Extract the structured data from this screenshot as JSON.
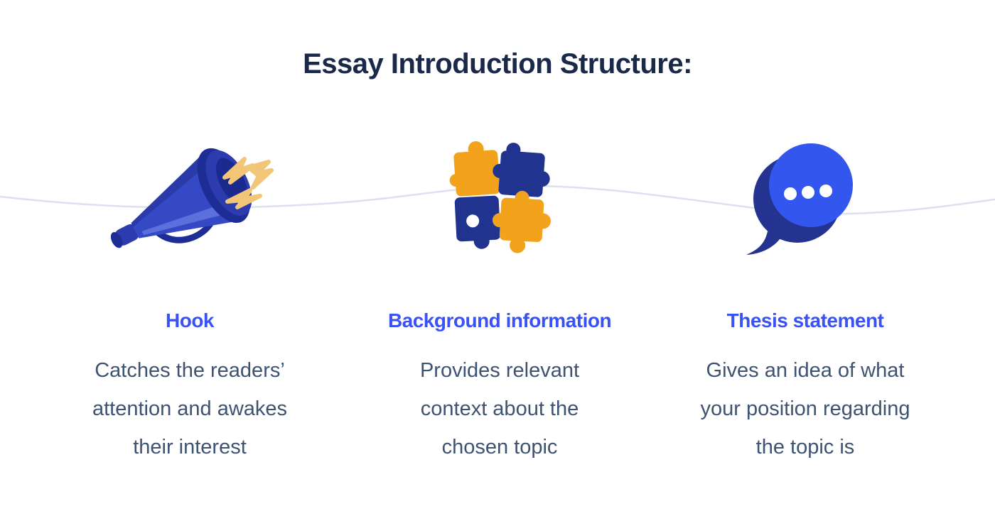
{
  "title": "Essay Introduction Structure:",
  "columns": [
    {
      "heading": "Hook",
      "icon": "megaphone-icon",
      "lines": [
        "Catches the readers’",
        "attention and awakes",
        "their interest"
      ]
    },
    {
      "heading": "Background information",
      "icon": "puzzle-icon",
      "lines": [
        "Provides relevant",
        "context about the",
        "chosen topic"
      ]
    },
    {
      "heading": "Thesis statement",
      "icon": "speech-bubble-icon",
      "lines": [
        "Gives an idea of what",
        "your position regarding",
        "the topic is"
      ]
    }
  ],
  "colors": {
    "title_navy": "#1a2949",
    "heading_blue": "#3a52f3",
    "body_slate": "#3e5271",
    "icon_royal_blue": "#3549c4",
    "icon_dark_navy": "#1e2d96",
    "bubble_bright_blue": "#3356ee",
    "bubble_dark_navy": "#24338f",
    "puzzle_orange": "#f2a31b",
    "puzzle_navy": "#1f338f",
    "bolt_sand": "#f2c577",
    "wave_line": "#dce1f1",
    "background": "#ffffff"
  }
}
